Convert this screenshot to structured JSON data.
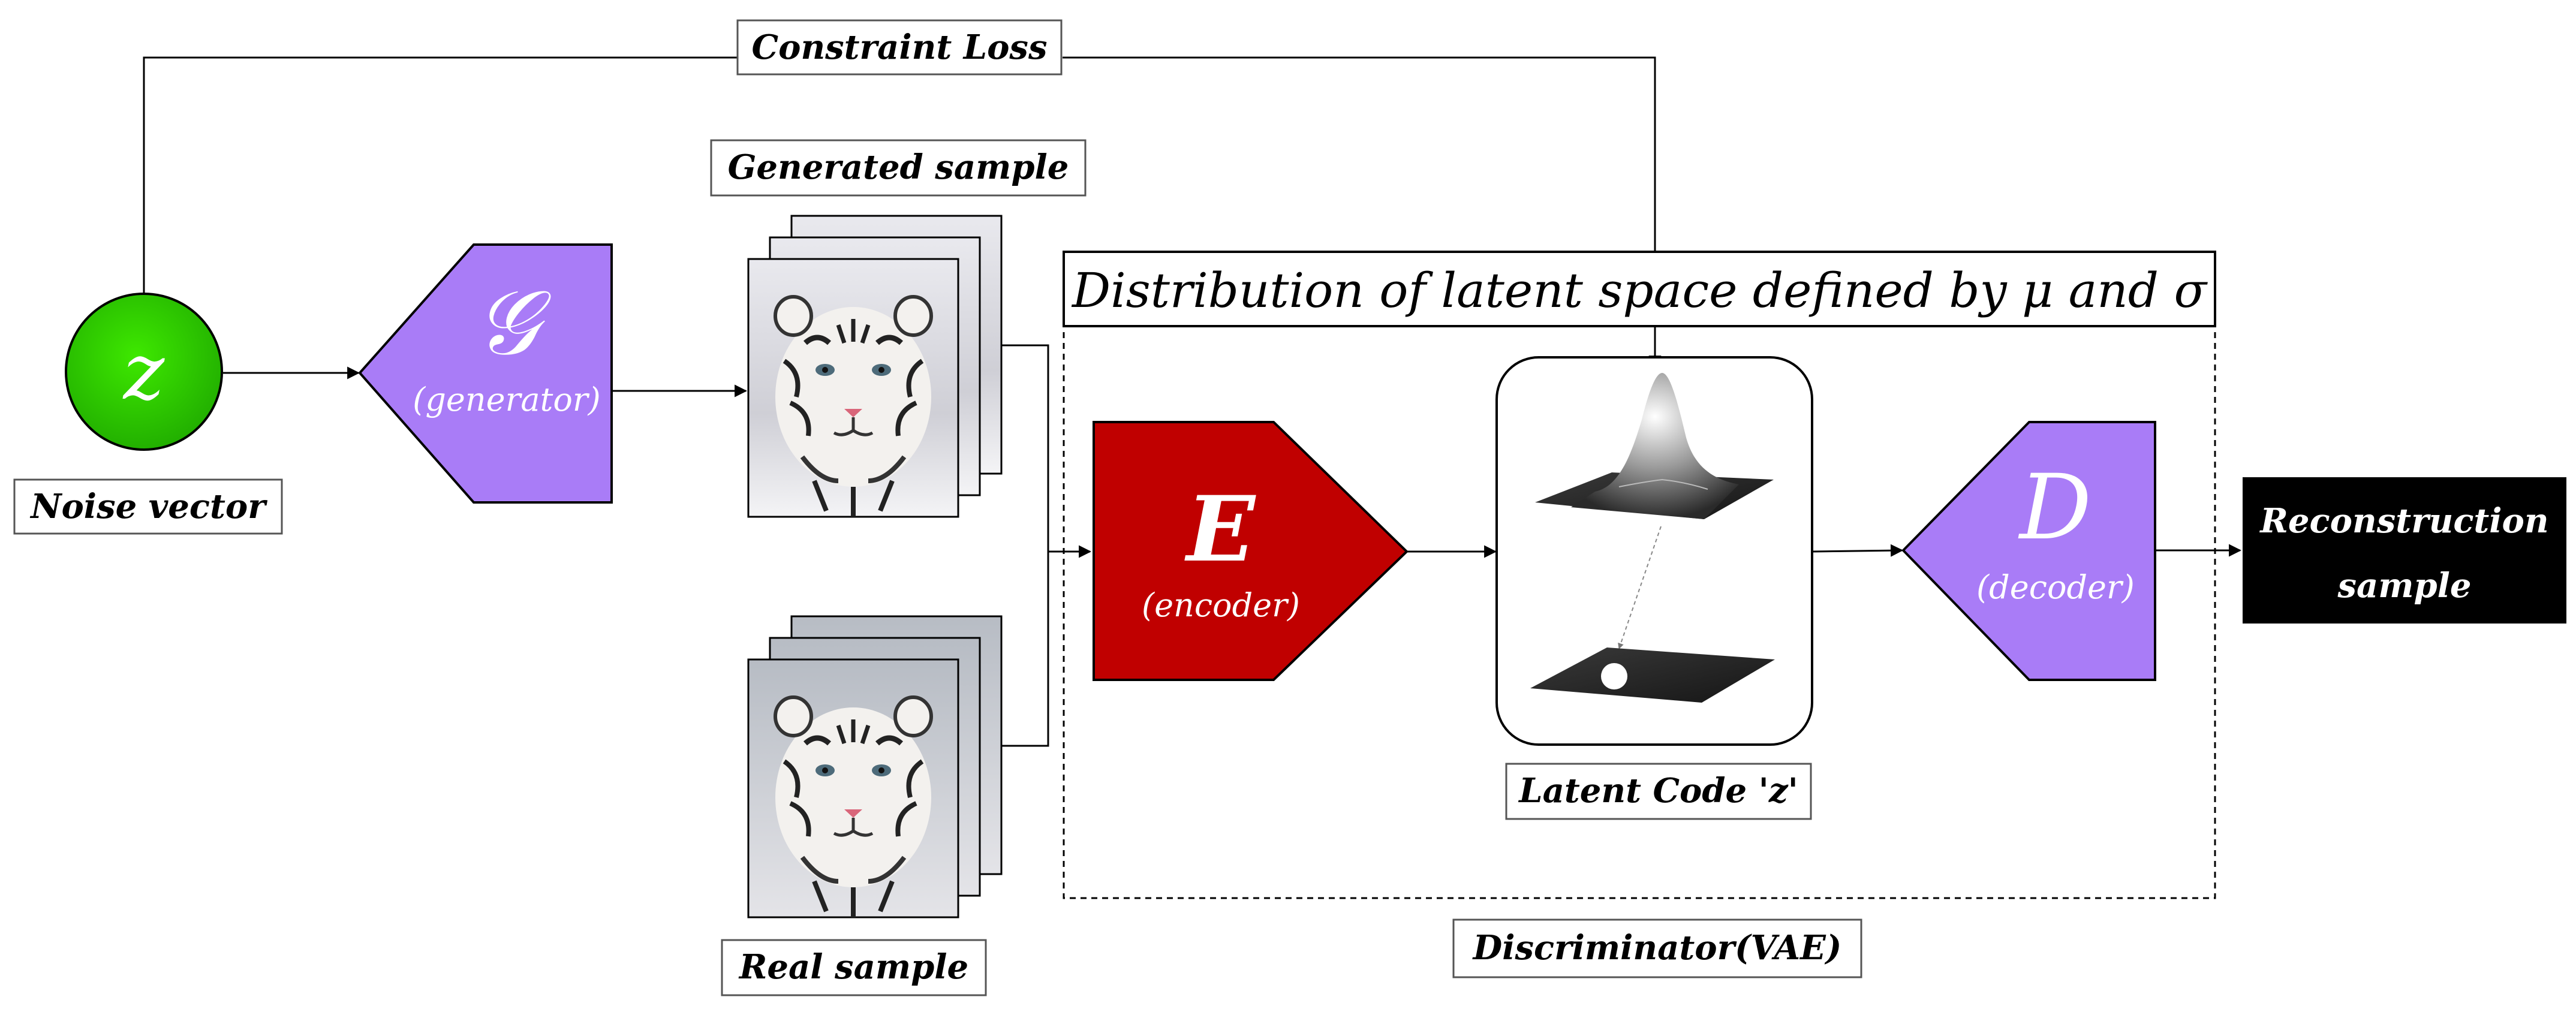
{
  "labels": {
    "constraint_loss": "Constraint Loss",
    "generated_sample": "Generated sample",
    "real_sample": "Real sample",
    "noise_vector": "Noise vector",
    "distribution_title": "Distribution of latent space defined by μ and σ",
    "latent_code": "Latent Code 'z'",
    "discriminator": "Discriminator(VAE)",
    "reconstruction_line1": "Reconstruction",
    "reconstruction_line2": "sample"
  },
  "nodes": {
    "noise": {
      "symbol": "z"
    },
    "generator": {
      "symbol": "𝒢",
      "caption": "(generator)"
    },
    "encoder": {
      "symbol": "E",
      "caption": "(encoder)"
    },
    "decoder": {
      "symbol": "D",
      "caption": "(decoder)"
    }
  },
  "colors": {
    "noise_fill": "#2ecc00",
    "generator_fill": "#a97cf7",
    "encoder_fill": "#c00000",
    "decoder_fill": "#a97cf7",
    "reconstruction_fill": "#000000",
    "line": "#000000"
  },
  "images": {
    "generated_sample": "white-tiger-photo-stack-snow",
    "real_sample": "white-tiger-photo-stack"
  },
  "icons": {
    "latent_surface": "gaussian-surface-3d",
    "latent_plane": "latent-plane-with-point"
  }
}
